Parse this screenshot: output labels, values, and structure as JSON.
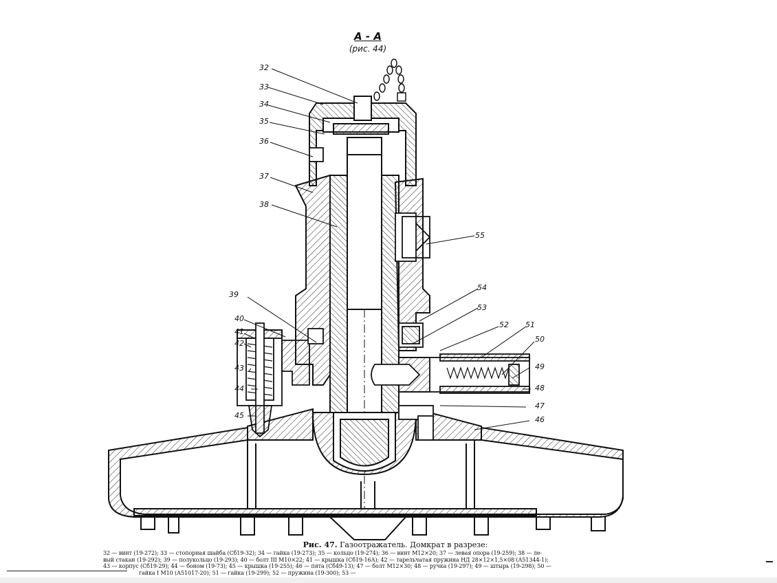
{
  "section": {
    "title": "A - A",
    "ref": "(рис. 44)"
  },
  "callouts": {
    "c32": "32",
    "c33": "33",
    "c34": "34",
    "c35": "35",
    "c36": "36",
    "c37": "37",
    "c38": "38",
    "c39": "39",
    "c40": "40",
    "c41": "41",
    "c42": "42",
    "c43": "43",
    "c44": "44",
    "c45": "45",
    "c46": "46",
    "c47": "47",
    "c48": "48",
    "c49": "49",
    "c50": "50",
    "c51": "51",
    "c52": "52",
    "c53": "53",
    "c54": "54",
    "c55": "55"
  },
  "caption": {
    "fig_no": "Рис. 47.",
    "title": "Газоотражатель. Домкрат в разрезе:",
    "line1": "32 — винт (19-272); 33 — стопорная шайба (Сб19-32); 34 — гайка (19-273); 35 — кольцо (19-274); 36 — винт М12×20; 37 — левая опора (19-259); 38 — ле-",
    "line2": "вый стакан (19-292); 39 — полукольцо (19-293); 40 — болт III М10×22; 41 — крышка (Сб19-16А); 42 — тарельчатая пружина НД 28×12×1,5×08 (А51344-1);",
    "line3": "43 — корпус (Сб19-29); 44 — боном (19-73); 45 — крышка (19-255); 46 — пята (Сб49-13); 47 — болт М12×30; 48 — ручка (19-297); 49 — штырь (19-298); 50 —",
    "line4": "гайка I М10 (А51017-20); 51 — гайка (19-299); 52 — пружина (19-300); 53 —"
  }
}
